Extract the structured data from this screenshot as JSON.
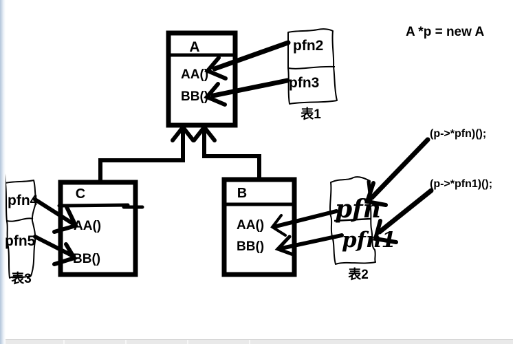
{
  "colors": {
    "ink": "#000000",
    "background": "#ffffff",
    "left_strip": "#b3c5da",
    "bottom_bar": "#e9e9e9"
  },
  "code_annotations": {
    "pointer_declaration": "A *p = new A",
    "call_via_pfn": "(p->*pfn)();",
    "call_via_pfn1": "(p->*pfn1)();"
  },
  "class_boxes": [
    {
      "name": "A",
      "methods": [
        "AA()",
        "BB()"
      ]
    },
    {
      "name": "C",
      "methods": [
        "AA()",
        "BB()"
      ]
    },
    {
      "name": "B",
      "methods": [
        "AA()",
        "BB()"
      ]
    }
  ],
  "vtables": [
    {
      "label": "表1",
      "entries": [
        "pfn2",
        "pfn3"
      ]
    },
    {
      "label": "表2",
      "entries": [
        "pfn",
        "pfn1"
      ]
    },
    {
      "label": "表3",
      "entries": [
        "pfn4",
        "pfn5"
      ]
    }
  ]
}
